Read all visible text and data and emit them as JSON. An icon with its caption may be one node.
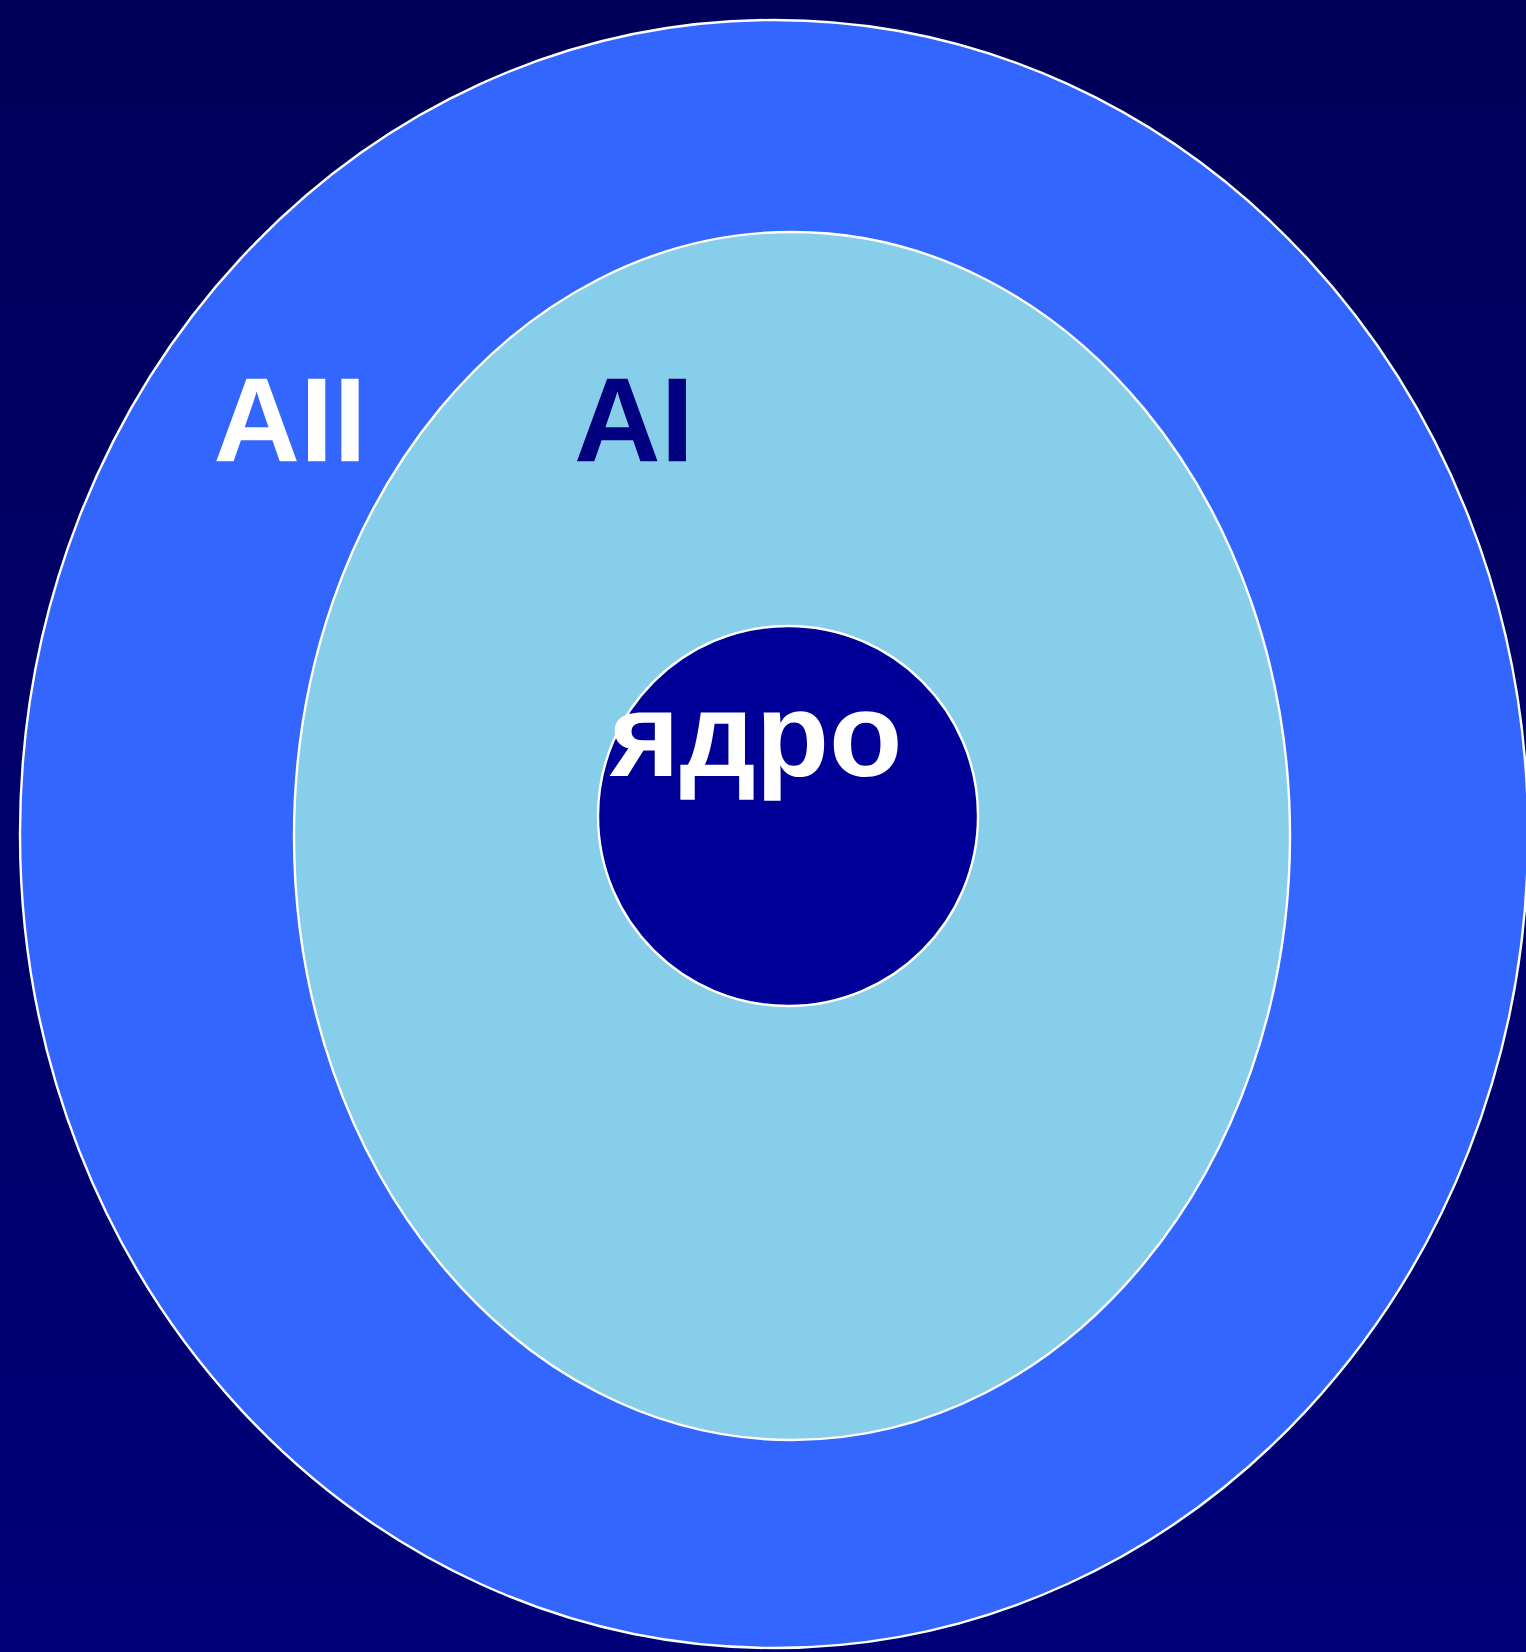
{
  "diagram": {
    "nodes": [
      {
        "text": [
          "AII"
        ]
      },
      {
        "text": [
          "AI"
        ],
        "in": 0
      },
      {
        "text": [
          "ядро"
        ],
        "in": 1
      }
    ]
  }
}
